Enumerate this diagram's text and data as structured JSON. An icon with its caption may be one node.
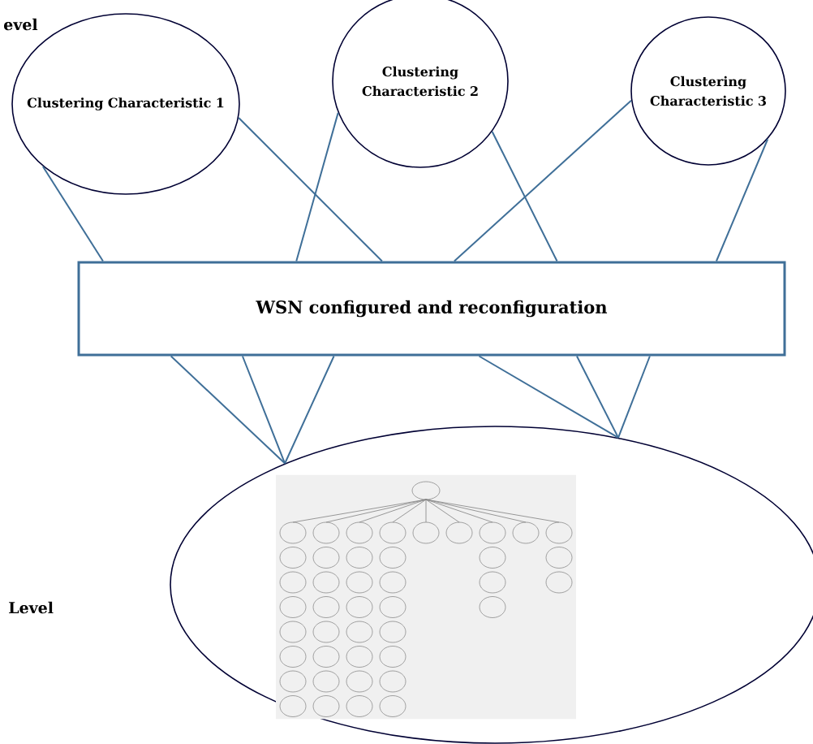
{
  "diagram": {
    "nodes": [
      {
        "text": [
          "Clustering Characteristic 1"
        ]
      },
      {
        "text": [
          "Clustering Characteristic 2"
        ]
      },
      {
        "text": [
          "Clustering Characteristic 3"
        ]
      },
      {
        "text": [
          "WSN configured and reconfiguration"
        ]
      },
      {
        "text": [],
        "shape": "circle"
      },
      {
        "text": [],
        "shape": "picture",
        "in": 4
      }
    ],
    "edges": [
      {
        "from": 0,
        "to": 3,
        "arrow": "none"
      },
      {
        "from": 0,
        "to": 3,
        "arrow": "none"
      },
      {
        "from": 1,
        "to": 3,
        "arrow": "none"
      },
      {
        "from": 1,
        "to": 3,
        "arrow": "none"
      },
      {
        "from": 2,
        "to": 3,
        "arrow": "none"
      },
      {
        "from": 2,
        "to": 3,
        "arrow": "none"
      },
      {
        "from": 3,
        "to": 4,
        "arrow": "none"
      },
      {
        "from": 3,
        "to": 4,
        "arrow": "none"
      },
      {
        "from": 3,
        "to": 4,
        "arrow": "none"
      },
      {
        "from": 3,
        "to": 4,
        "arrow": "none"
      },
      {
        "from": 3,
        "to": 4,
        "arrow": "none"
      },
      {
        "from": 3,
        "to": 4,
        "arrow": "none"
      }
    ],
    "labels": [
      "evel",
      "Level"
    ]
  }
}
